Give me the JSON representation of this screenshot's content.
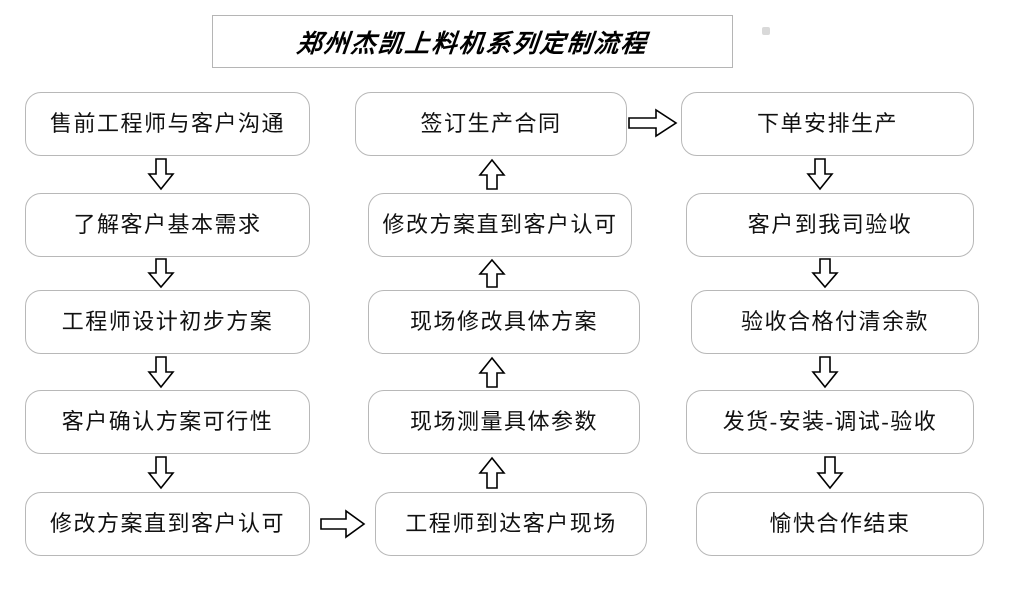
{
  "title": {
    "text": "郑州杰凯上料机系列定制流程"
  },
  "colors": {
    "box_border": "#b8b8b8",
    "title_border": "#b5b5b5",
    "background": "#ffffff",
    "text": "#111111",
    "arrow_stroke": "#000000",
    "arrow_fill": "#ffffff"
  },
  "columns": [
    {
      "name": "pre-sales-column",
      "direction": "down",
      "nodes": [
        {
          "label": "售前工程师与客户沟通"
        },
        {
          "label": "了解客户基本需求"
        },
        {
          "label": "工程师设计初步方案"
        },
        {
          "label": "客户确认方案可行性"
        },
        {
          "label": "修改方案直到客户认可"
        }
      ]
    },
    {
      "name": "on-site-column",
      "direction": "up",
      "nodes": [
        {
          "label": "签订生产合同"
        },
        {
          "label": "修改方案直到客户认可"
        },
        {
          "label": "现场修改具体方案"
        },
        {
          "label": "现场测量具体参数"
        },
        {
          "label": "工程师到达客户现场"
        }
      ]
    },
    {
      "name": "production-column",
      "direction": "down",
      "nodes": [
        {
          "label": "下单安排生产"
        },
        {
          "label": "客户到我司验收"
        },
        {
          "label": "验收合格付清余款"
        },
        {
          "label": "发货-安装-调试-验收"
        },
        {
          "label": "愉快合作结束"
        }
      ]
    }
  ],
  "connectors": [
    {
      "name": "arrow-col1-r1-to-r2",
      "direction": "down"
    },
    {
      "name": "arrow-col1-r2-to-r3",
      "direction": "down"
    },
    {
      "name": "arrow-col1-r3-to-r4",
      "direction": "down"
    },
    {
      "name": "arrow-col1-r4-to-r5",
      "direction": "down"
    },
    {
      "name": "arrow-col1-r5-to-col2-r5",
      "direction": "right"
    },
    {
      "name": "arrow-col2-r5-to-r4",
      "direction": "up"
    },
    {
      "name": "arrow-col2-r4-to-r3",
      "direction": "up"
    },
    {
      "name": "arrow-col2-r3-to-r2",
      "direction": "up"
    },
    {
      "name": "arrow-col2-r2-to-r1",
      "direction": "up"
    },
    {
      "name": "arrow-col2-r1-to-col3-r1",
      "direction": "right"
    },
    {
      "name": "arrow-col3-r1-to-r2",
      "direction": "down"
    },
    {
      "name": "arrow-col3-r2-to-r3",
      "direction": "down"
    },
    {
      "name": "arrow-col3-r3-to-r4",
      "direction": "down"
    },
    {
      "name": "arrow-col3-r4-to-r5",
      "direction": "down"
    }
  ]
}
